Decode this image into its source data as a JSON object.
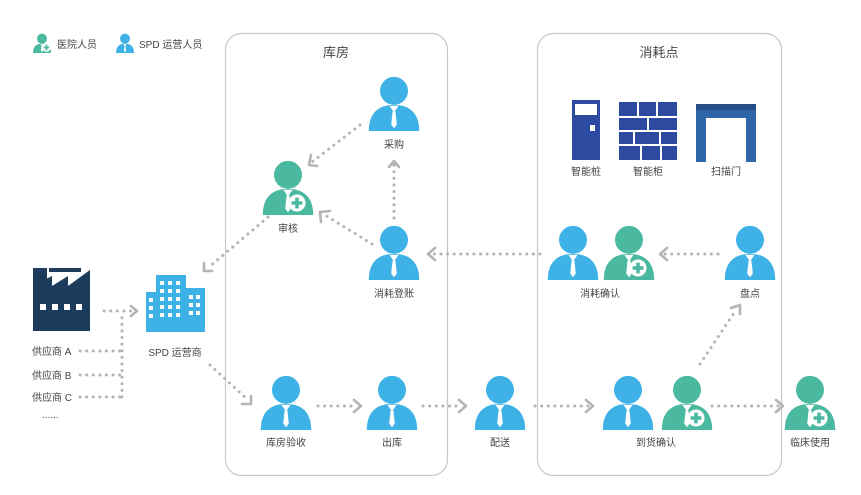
{
  "colors": {
    "hospital_staff": "#4ab99f",
    "spd_staff": "#3eb2e6",
    "dark_navy": "#1d3b5a",
    "building_blue": "#3eb2e6",
    "device_navy": "#2b4aa0",
    "door_blue": "#2f66a8",
    "connector_gray": "#b4b4b4",
    "zone_border": "#c8c8c8"
  },
  "legend": {
    "hospital_staff": "医院人员",
    "spd_staff": "SPD 运营人员"
  },
  "zones": {
    "warehouse": "库房",
    "consumption_point": "消耗点"
  },
  "suppliers": [
    "供应商 A",
    "供应商 B",
    "供应商 C"
  ],
  "supplier_more": "......",
  "operator": "SPD 运营商",
  "devices": {
    "smart_pile": "智能桩",
    "smart_cabinet": "智能柜",
    "scan_door": "扫描门"
  },
  "steps": {
    "purchase": "采购",
    "review": "审核",
    "consumption_register": "消耗登账",
    "consumption_confirm": "消耗确认",
    "inventory_check": "盘点",
    "warehouse_check_in": "库房验收",
    "outbound": "出库",
    "delivery": "配送",
    "arrival_confirm": "到货确认",
    "clinical_use": "临床使用"
  }
}
